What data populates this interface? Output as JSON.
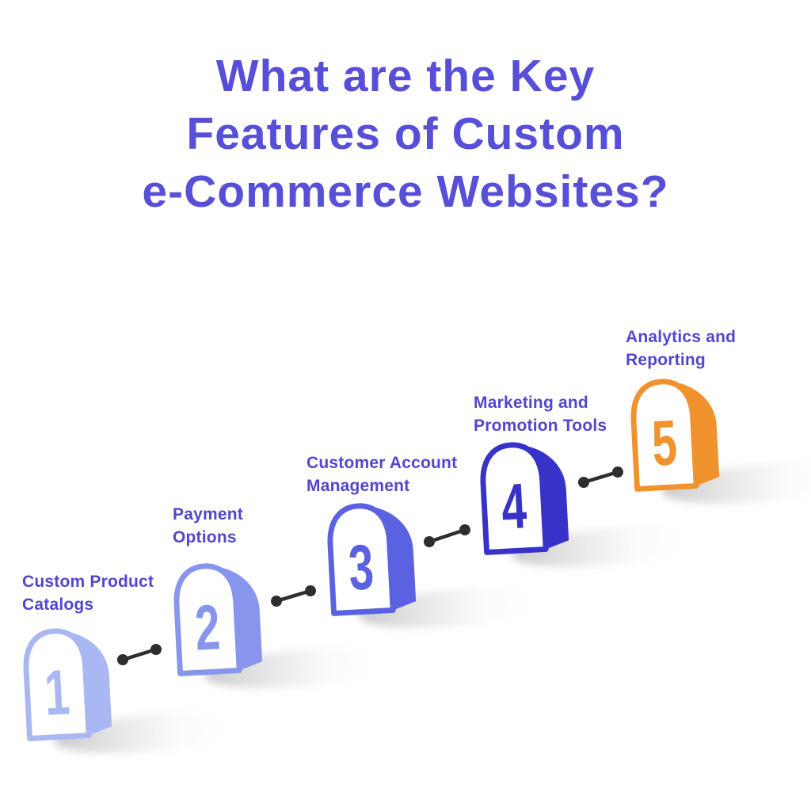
{
  "title": {
    "lines": [
      "What are the Key",
      "Features of Custom",
      "e-Commerce Websites?"
    ],
    "color": "#584FD8"
  },
  "steps": [
    {
      "number": "1",
      "label": "Custom Product Catalogs",
      "lines": [
        "Custom Product",
        "Catalogs"
      ],
      "color": "#A9B8F2"
    },
    {
      "number": "2",
      "label": "Payment Options",
      "lines": [
        "Payment",
        "Options"
      ],
      "color": "#8895EC"
    },
    {
      "number": "3",
      "label": "Customer Account Management",
      "lines": [
        "Customer Account",
        "Management"
      ],
      "color": "#5A62E2"
    },
    {
      "number": "4",
      "label": "Marketing and Promotion Tools",
      "lines": [
        "Marketing and",
        "Promotion Tools"
      ],
      "color": "#3732C8"
    },
    {
      "number": "5",
      "label": "Analytics and Reporting",
      "lines": [
        "Analytics and",
        "Reporting"
      ],
      "color": "#F0922D"
    }
  ],
  "label_color": "#5346CE",
  "connector_color": "#2E2E2E",
  "background_color": "#FFFFFF"
}
